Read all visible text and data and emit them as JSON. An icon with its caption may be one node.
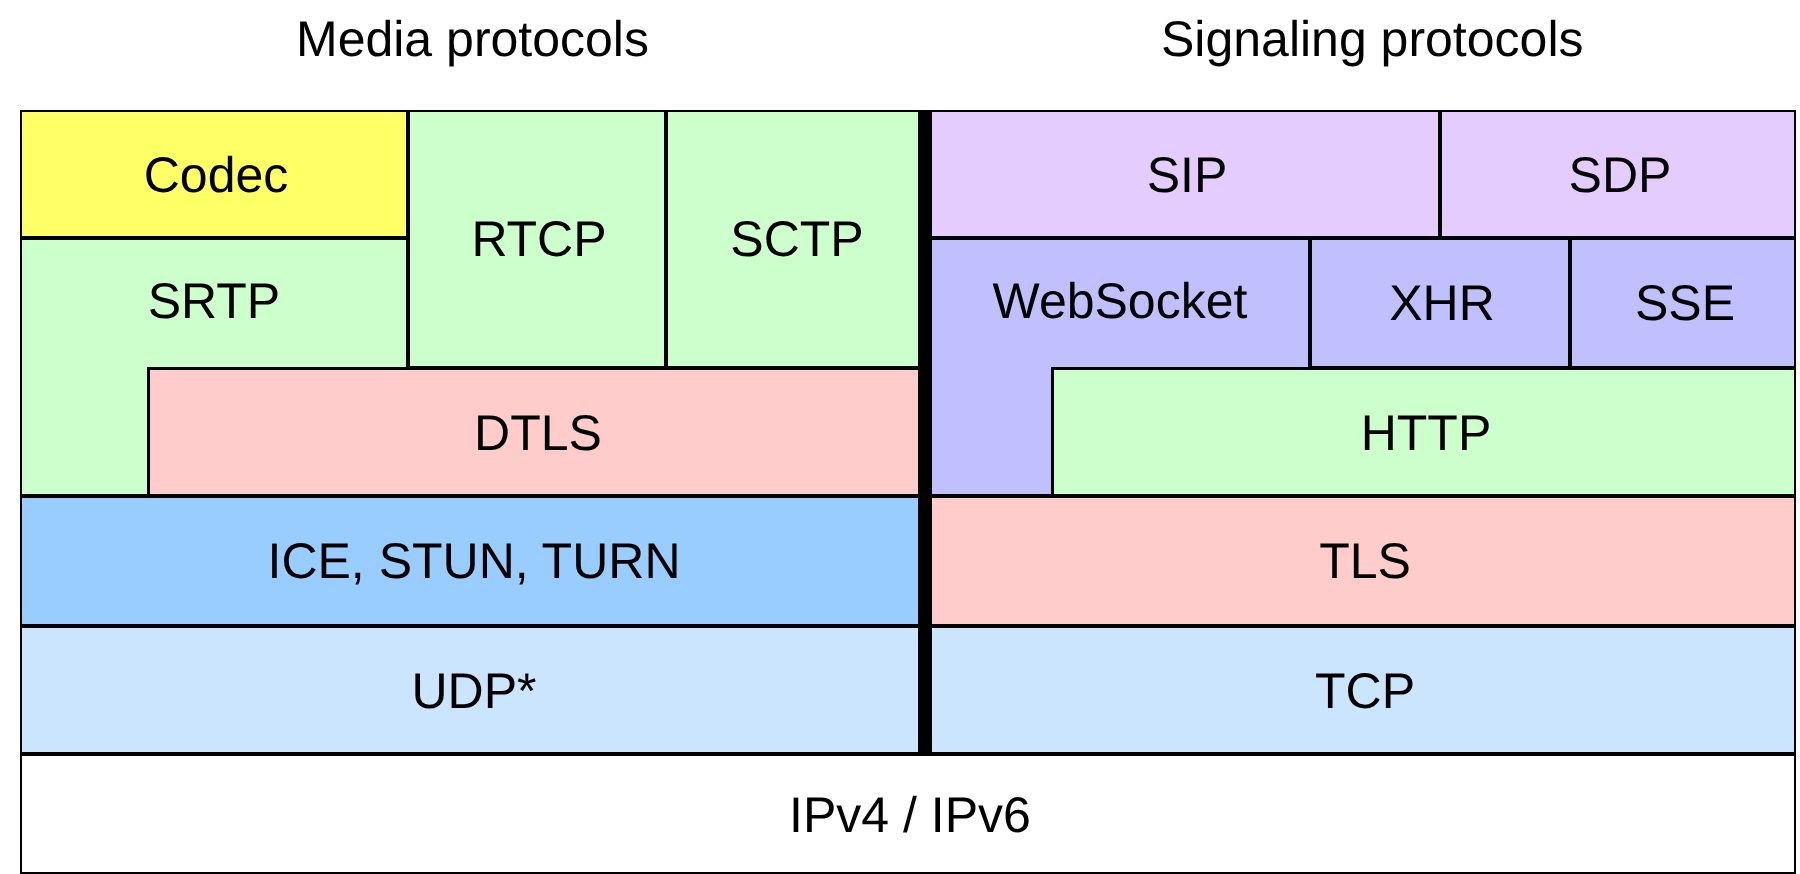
{
  "diagram": {
    "nodes": [
      {
        "text": [
          "Codec"
        ]
      },
      {
        "text": [
          "RTCP"
        ]
      },
      {
        "text": [
          "SCTP"
        ]
      },
      {
        "text": [
          "SIP"
        ]
      },
      {
        "text": [
          "SDP"
        ]
      },
      {
        "text": [
          "SRTP"
        ]
      },
      {
        "text": [
          "WebSocket"
        ]
      },
      {
        "text": [
          "XHR"
        ]
      },
      {
        "text": [
          "SSE"
        ]
      },
      {
        "text": [
          "DTLS"
        ]
      },
      {
        "text": [
          "HTTP"
        ]
      },
      {
        "text": [
          "ICE, STUN, TURN"
        ]
      },
      {
        "text": [
          "TLS"
        ]
      },
      {
        "text": [
          "UDP*"
        ]
      },
      {
        "text": [
          "TCP"
        ]
      },
      {
        "text": [
          "IPv4 / IPv6"
        ]
      }
    ],
    "labels": [
      "Media protocols",
      "Signaling protocols"
    ]
  }
}
